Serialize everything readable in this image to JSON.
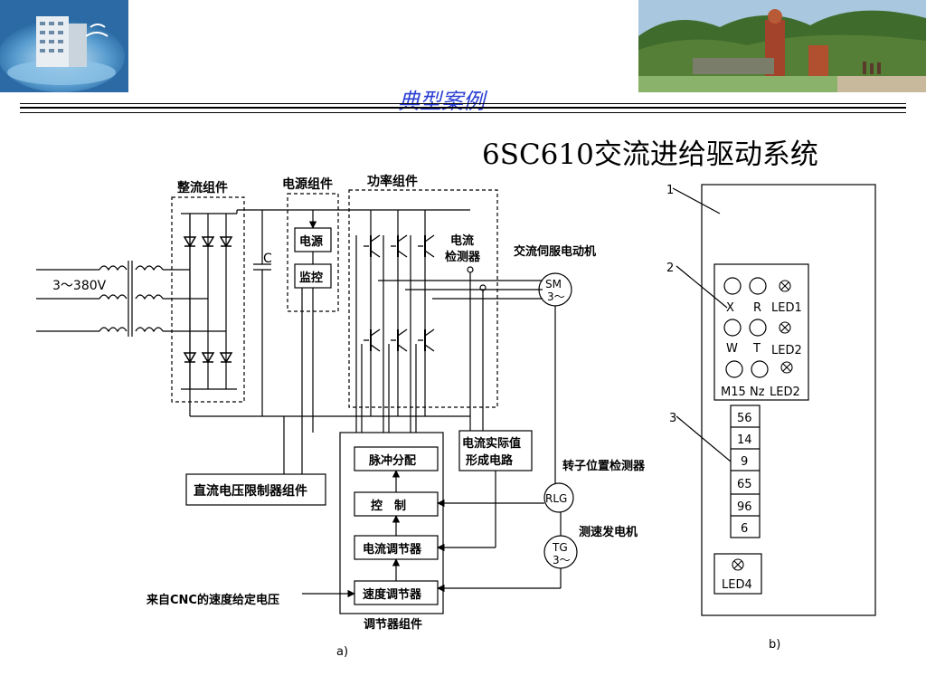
{
  "header": {
    "section_label": "典型案例",
    "slide_title": "6SC610交流进给驱动系统"
  },
  "diagram_a": {
    "caption": "a)",
    "rectifier_label": "整流组件",
    "power_supply_label": "电源组件",
    "power_module_label": "功率组件",
    "current_detector_label_1": "电流",
    "current_detector_label_2": "检测器",
    "servo_motor_label": "交流伺服电动机",
    "supply_voltage": "3～380V",
    "capacitor": "C",
    "power_box": "电源",
    "monitor_box": "监控",
    "sm_label": "SM",
    "sm_phase": "3～",
    "dc_limiter": "直流电压限制器组件",
    "current_actual_1": "电流实际值",
    "current_actual_2": "形成电路",
    "pulse_dist": "脉冲分配",
    "control": "控　制",
    "current_reg": "电流调节器",
    "speed_reg": "速度调节器",
    "regulator_group": "调节器组件",
    "cnc_input": "来自CNC的速度给定电压",
    "rlg": "RLG",
    "rotor_detector": "转子位置检测器",
    "tg_label": "TG",
    "tg_phase": "3～",
    "tacho": "测速发电机"
  },
  "diagram_b": {
    "caption": "b)",
    "callouts": [
      "1",
      "2",
      "3"
    ],
    "leds": {
      "row1": [
        "X",
        "R",
        "LED1"
      ],
      "row2": [
        "W",
        "T",
        "LED2"
      ],
      "row3": [
        "M15",
        "Nz",
        "LED2"
      ]
    },
    "terminals": [
      "56",
      "14",
      "9",
      "65",
      "96",
      "6"
    ],
    "led4": "LED4"
  }
}
